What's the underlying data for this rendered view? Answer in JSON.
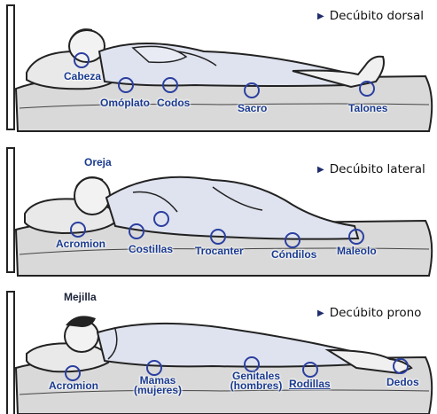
{
  "panels": [
    {
      "title": "Decúbito dorsal",
      "points": [
        "Cabeza",
        "Omóplato",
        "Codos",
        "Sacro",
        "Talones"
      ]
    },
    {
      "title": "Decúbito lateral",
      "points": [
        "Oreja",
        "Acromion",
        "Costillas",
        "Trocanter",
        "Cóndilos",
        "Maleolo"
      ]
    },
    {
      "title": "Decúbito prono",
      "points": [
        "Mejilla",
        "Acromion",
        "Mamas (mujeres)",
        "Genitales (hombres)",
        "Rodillas",
        "Dedos"
      ]
    }
  ],
  "colors": {
    "marker": "#2b3fa0",
    "label": "#1a3a8f",
    "sheet": "#dcdcdc",
    "linework": "#2a2a2a"
  }
}
